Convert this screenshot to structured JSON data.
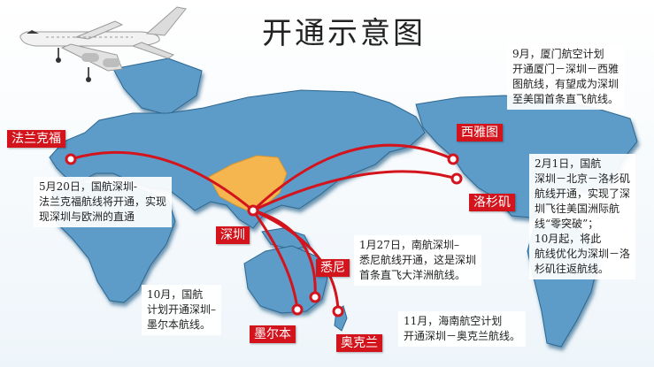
{
  "title": "开通示意图",
  "colors": {
    "ocean": "#eef5fa",
    "land": "#5d9bc8",
    "land_shadow": "#2f6790",
    "china": "#f5b54f",
    "route": "#d4141c",
    "label_bg": "#d4141c"
  },
  "icons": {
    "airplane": "airplane-icon",
    "city_marker": "route-endpoint-marker"
  },
  "cities": {
    "frankfurt": "法兰克福",
    "shenzhen": "深圳",
    "seattle": "西雅图",
    "los_angeles": "洛杉矶",
    "sydney": "悉尼",
    "melbourne": "墨尔本",
    "auckland": "奥克兰"
  },
  "notes": {
    "seattle": [
      "9月，厦门航空计划",
      "开通厦门－深圳－西雅",
      "图航线，有望成为深圳",
      "至美国首条直飞航线。"
    ],
    "frankfurt": [
      "5月20日，国航深圳-",
      "法兰克福航线将开通，实现",
      "现深圳与欧洲的直通"
    ],
    "los_angeles_1": [
      "2月1日，国航",
      "深圳－北京－洛杉矶",
      "航线开通，实现了深",
      "圳飞往美国洲际航",
      "线“零突破”；"
    ],
    "los_angeles_2": [
      "10月起，将此",
      "航线优化为深圳－洛",
      "杉矶往返航线。"
    ],
    "sydney": [
      "1月27日，南航深圳–",
      "悉尼航线开通，这是深圳",
      "首条直飞大洋洲航线。"
    ],
    "melbourne": [
      "10月，国航",
      "计划开通深圳–",
      "墨尔本航线。"
    ],
    "auckland": [
      "11月，海南航空计划",
      "开通深圳－奥克兰航线。"
    ]
  }
}
